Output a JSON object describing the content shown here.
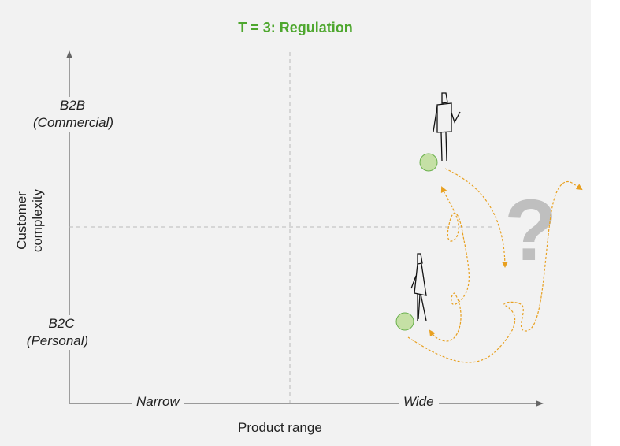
{
  "title": "T = 3: Regulation",
  "y_axis": {
    "label_line1": "Customer",
    "label_line2": "complexity",
    "top_line1": "B2B",
    "top_line2": "(Commercial)",
    "bottom_line1": "B2C",
    "bottom_line2": "(Personal)"
  },
  "x_axis": {
    "label": "Product range",
    "left": "Narrow",
    "right": "Wide"
  },
  "question_mark": "?",
  "colors": {
    "title": "#4ea72e",
    "arrows": "#e8a020",
    "dot_fill": "#c5e0a5",
    "dot_stroke": "#6ab04c",
    "question": "#bfbfbf"
  }
}
